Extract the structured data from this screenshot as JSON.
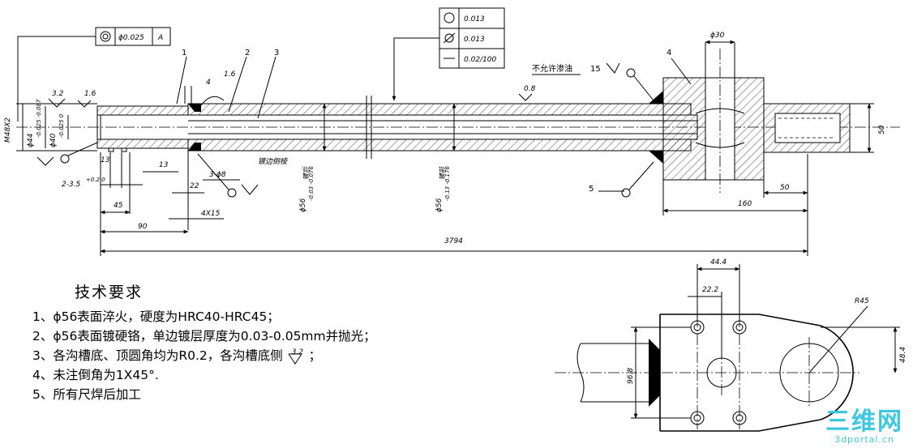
{
  "fcf": {
    "concentricity": {
      "value": "ϕ0.025",
      "datum": "A"
    },
    "top_block": [
      "0.013",
      "0.013",
      "0.02/100"
    ]
  },
  "dims": {
    "phi30": "ϕ30",
    "d50_right": "50",
    "d160": "160",
    "d50_bottom": "50",
    "d3794": "3794",
    "d13a": "13",
    "d13b": "13",
    "d45": "45",
    "d90": "90",
    "d22": "22",
    "d4x15": "4X15",
    "groove": "2-3.5",
    "groove_tol": "+0.2 0",
    "hole": "3-ϕ8",
    "m48": "M48X2",
    "phi44": "ϕ44",
    "phi44_tol": "-0.025 -0.087",
    "phi40": "ϕ40",
    "phi40_tol": "-0.025 0",
    "phi56a": "ϕ56",
    "phi56a_tol": "-0.03 -0.076",
    "phi56a_note": "镀后",
    "phi56b": "ϕ56",
    "phi56b_tol": "-0.13 -0.176",
    "phi56b_note": "镀前",
    "d44_4": "44.4",
    "d22_2": "22.2",
    "r45": "R45",
    "d48_4": "48.4",
    "d96_8": "96.8",
    "angle4": "4",
    "angle16": "1.6"
  },
  "roughness": {
    "r32": "3.2",
    "r16": "1.6",
    "r08": "0.8",
    "r15": "15"
  },
  "balloons": [
    "1",
    "2",
    "3",
    "4",
    "5"
  ],
  "annotations": {
    "no_leak": "不允许渗油",
    "edge_weld": "镀边倒棱"
  },
  "notes": {
    "title": "技术要求",
    "items": [
      "1、ϕ56表面淬火，硬度为HRC40-HRC45；",
      "2、ϕ56表面镀硬铬，单边镀层厚度为0.03-0.05mm并抛光；",
      "3、各沟槽底、顶圆角均为R0.2，各沟槽底侧",
      "4、未注倒角为1X45°.",
      "5、所有尺焊后加工"
    ],
    "item3_symbol": "3.2"
  },
  "watermark": {
    "logo": "三维网",
    "url": "3dportal.cn"
  }
}
